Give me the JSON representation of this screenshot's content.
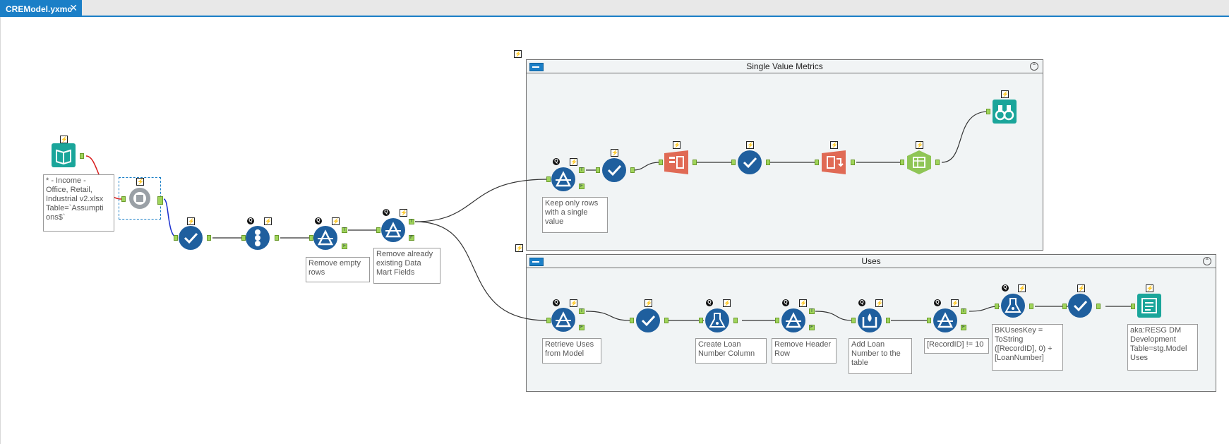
{
  "tab": {
    "title": "CREModel.yxmc",
    "close": "✕"
  },
  "containers": {
    "single": {
      "title": "Single Value Metrics",
      "collapse": "⌃"
    },
    "uses": {
      "title": "Uses",
      "collapse": "⌃"
    }
  },
  "notes": {
    "input": "* - Income -\nOffice, Retail,\nIndustrial v2.xlsx\nTable=`Assumpti\nons$`",
    "remove_empty": "Remove empty\nrows",
    "remove_existing": "Remove already\nexisting Data\nMart Fields",
    "keep_single": "Keep only rows\nwith a single\nvalue",
    "retrieve_uses": "Retrieve Uses\nfrom Model",
    "create_loan": "Create Loan\nNumber Column",
    "remove_header": "Remove Header\nRow",
    "add_loan": "Add Loan\nNumber to the\ntable",
    "record_id": "[RecordID] != 10",
    "bk_uses": "BKUsesKey =\nToString\n([RecordID], 0) +\n[LoanNumber]",
    "output": "aka:RESG DM\nDevelopment\nTable=stg.Model\nUses"
  },
  "glyphs": {
    "bolt": "⚡",
    "q": "Q",
    "t": "T",
    "f": "F"
  },
  "colors": {
    "accent": "#1b7fc7",
    "tool_blue": "#1f5f9e",
    "input_teal": "#1aa59a",
    "transform_red": "#e06a55",
    "table_green": "#8fc556",
    "anchor_green": "#9fd45a",
    "wire": "#333333",
    "wire_red": "#d81e1e",
    "wire_blue": "#1a2fcf"
  }
}
